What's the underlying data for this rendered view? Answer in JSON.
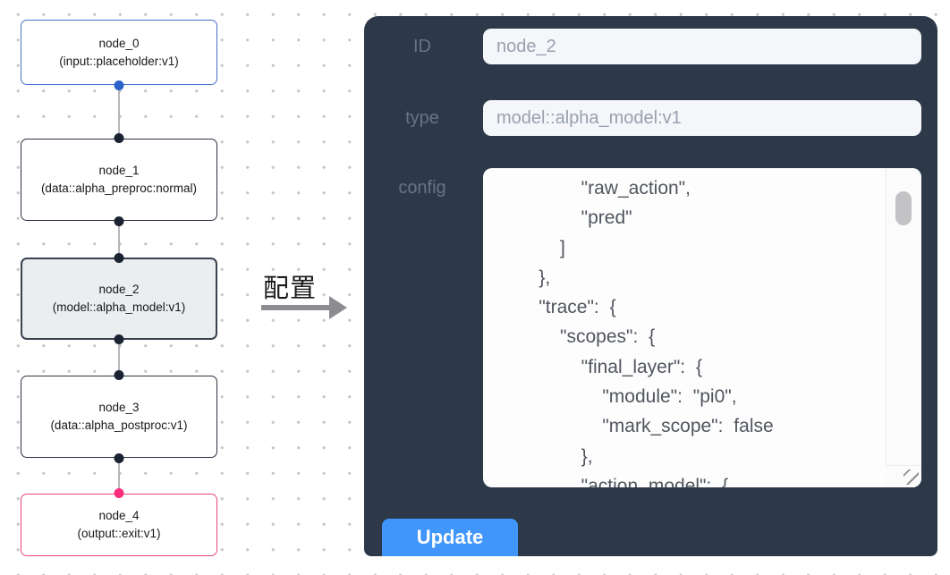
{
  "canvas": {
    "nodes": [
      {
        "title": "node_0",
        "subtitle": "(input::placeholder:v1)",
        "variant": "input"
      },
      {
        "title": "node_1",
        "subtitle": "(data::alpha_preproc:normal)",
        "variant": "default"
      },
      {
        "title": "node_2",
        "subtitle": "(model::alpha_model:v1)",
        "variant": "selected"
      },
      {
        "title": "node_3",
        "subtitle": "(data::alpha_postproc:v1)",
        "variant": "default"
      },
      {
        "title": "node_4",
        "subtitle": "(output::exit:v1)",
        "variant": "output"
      }
    ]
  },
  "annotation": {
    "label": "配置"
  },
  "panel": {
    "fields": [
      {
        "label": "ID",
        "value": "node_2"
      },
      {
        "label": "type",
        "value": "model::alpha_model:v1"
      }
    ],
    "config": {
      "label": "config",
      "text": "        \"raw_action\",\n        \"pred\"\n      ]\n    },\n    \"trace\": {\n      \"scopes\": {\n        \"final_layer\": {\n          \"module\": \"pi0\",\n          \"mark_scope\": false\n        },\n        \"action_model\": {"
    },
    "update_label": "Update"
  },
  "colors": {
    "panel_bg": "#2d3848",
    "accent_blue": "#4196fb",
    "input_node_border": "#4a6fc9",
    "input_node_handle": "#2a62c9",
    "output_node_border": "#e8457f",
    "output_node_handle": "#fb2e7f",
    "selected_node_bg": "#ebedef",
    "edge": "#b5b5bb"
  }
}
